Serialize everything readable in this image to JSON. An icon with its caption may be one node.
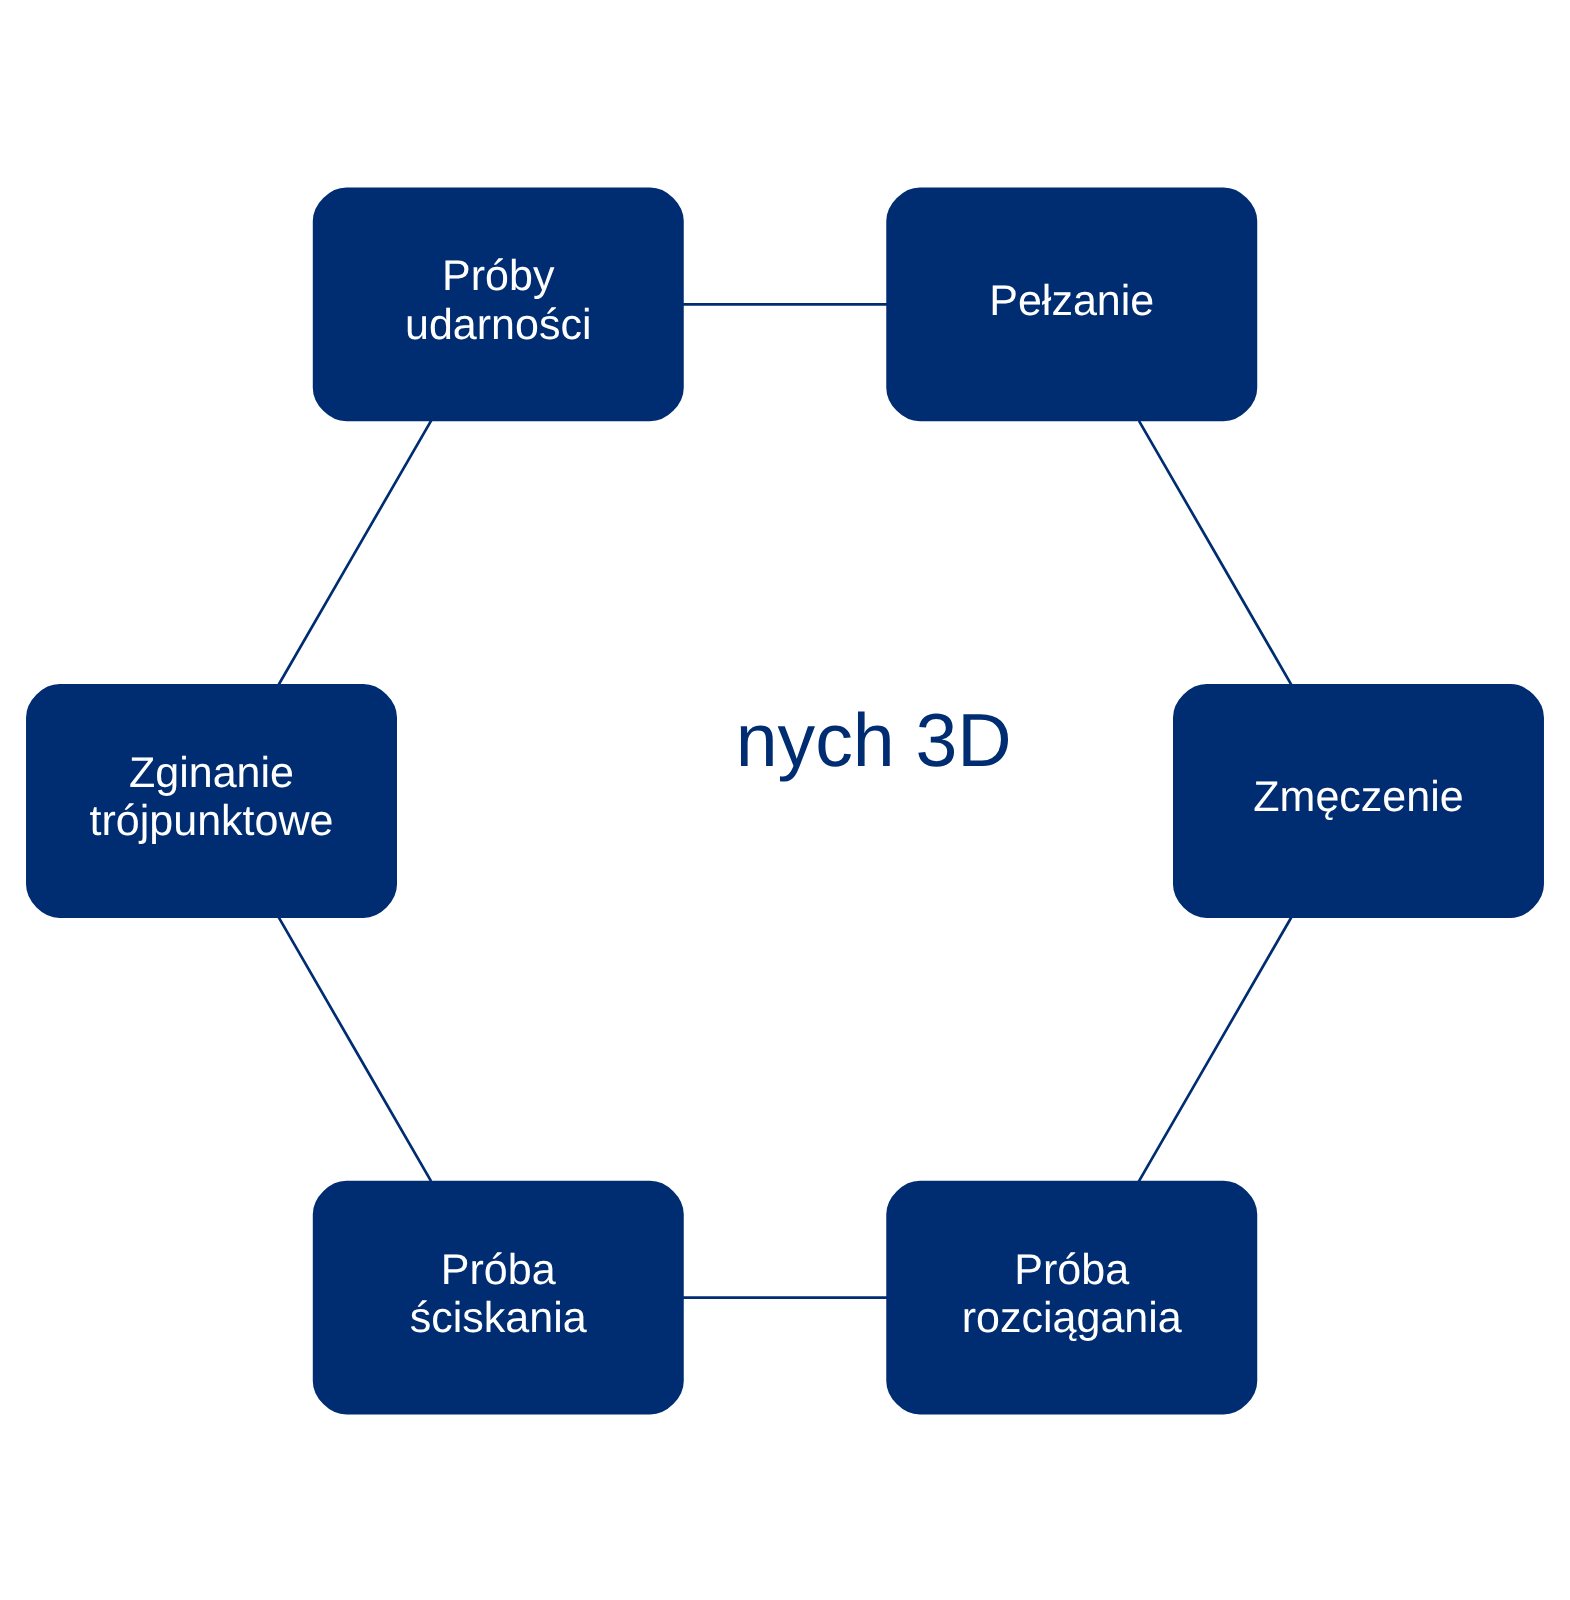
{
  "diagram": {
    "nodes": [
      {
        "text": [
          "Próba rozciągania"
        ]
      },
      {
        "text": [
          "Próba ściskania"
        ]
      },
      {
        "text": [
          "Zginanie trójpunktowe"
        ]
      },
      {
        "text": [
          "Próby udarności"
        ]
      },
      {
        "text": [
          "Pełzanie"
        ]
      },
      {
        "text": [
          "Zmęczenie"
        ]
      }
    ],
    "edges": [
      {
        "from": 0,
        "to": 1,
        "arrow": "none"
      },
      {
        "from": 1,
        "to": 2,
        "arrow": "none"
      },
      {
        "from": 2,
        "to": 3,
        "arrow": "none"
      },
      {
        "from": 3,
        "to": 4,
        "arrow": "none"
      },
      {
        "from": 4,
        "to": 5,
        "arrow": "none"
      },
      {
        "from": 5,
        "to": 0,
        "arrow": "none"
      }
    ],
    "labels": [
      "nych 3D"
    ]
  }
}
